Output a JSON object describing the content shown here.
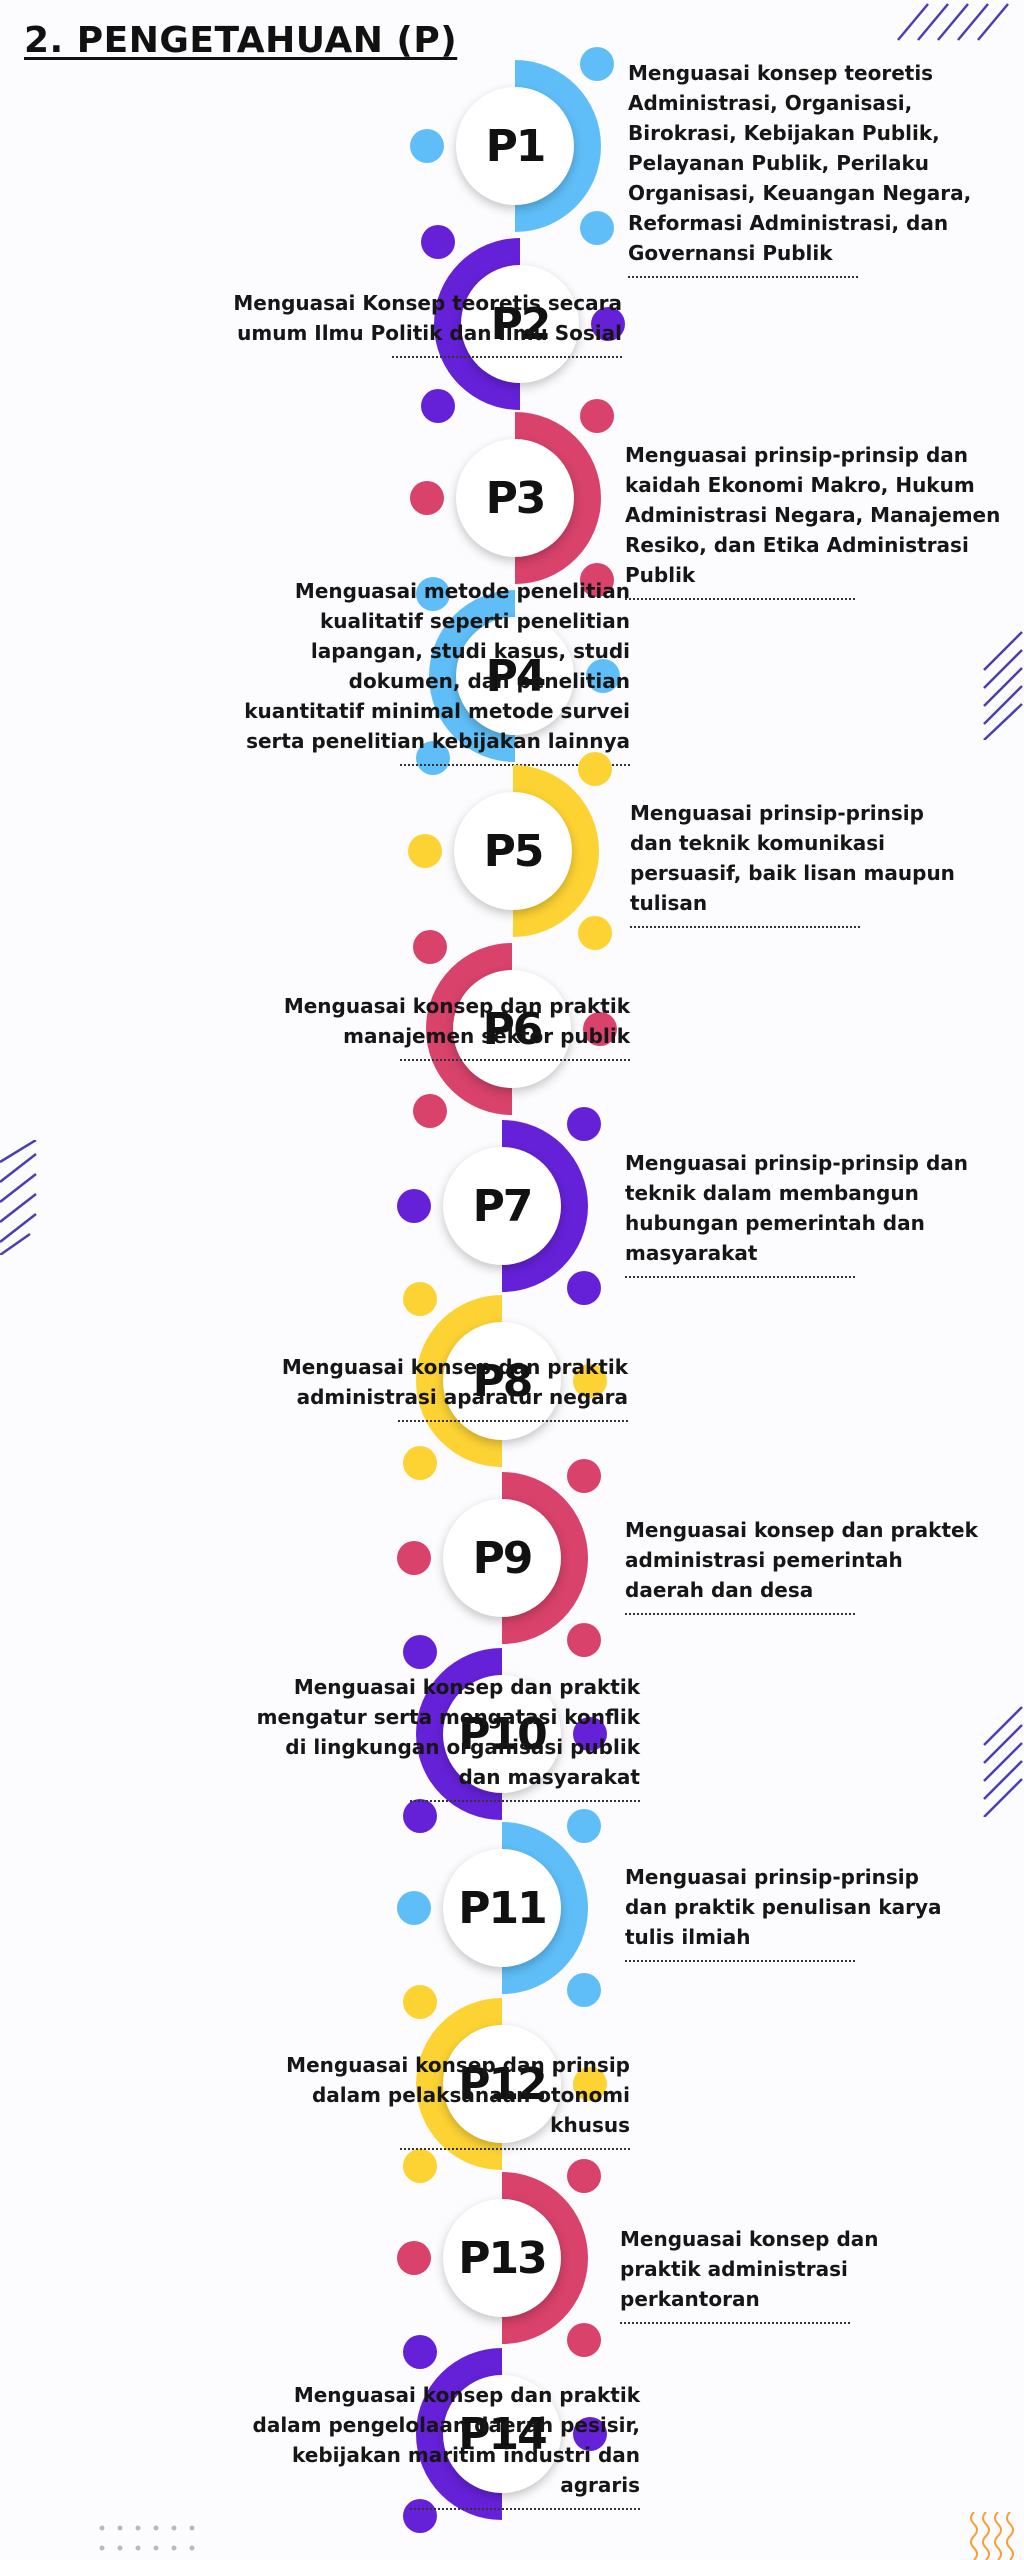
{
  "title": "2. PENGETAHUAN (P)",
  "colors": {
    "blue": "#5fbef8",
    "purple": "#6521d8",
    "pink": "#d8426b",
    "yellow": "#fdd333"
  },
  "items": [
    {
      "label": "P1",
      "color": "blue",
      "text": "Menguasai konsep teoretis Administrasi, Organisasi, Birokrasi, Kebijakan Publik, Pelayanan Publik, Perilaku Organisasi, Keuangan Negara, Reformasi Administrasi, dan Governansi Publik"
    },
    {
      "label": "P2",
      "color": "purple",
      "text": "Menguasai Konsep teoretis secara umum Ilmu Politik dan Ilmu Sosial"
    },
    {
      "label": "P3",
      "color": "pink",
      "text": "Menguasai prinsip-prinsip dan kaidah Ekonomi Makro, Hukum Administrasi Negara, Manajemen Resiko, dan Etika Administrasi Publik"
    },
    {
      "label": "P4",
      "color": "blue",
      "text": "Menguasai metode penelitian kualitatif seperti penelitian lapangan, studi kasus, studi dokumen, dan penelitian kuantitatif minimal metode survei serta penelitian kebijakan lainnya"
    },
    {
      "label": "P5",
      "color": "yellow",
      "text": "Menguasai prinsip-prinsip dan teknik komunikasi persuasif, baik lisan maupun tulisan"
    },
    {
      "label": "P6",
      "color": "pink",
      "text": "Menguasai konsep dan praktik manajemen sektor publik"
    },
    {
      "label": "P7",
      "color": "purple",
      "text": "Menguasai prinsip-prinsip dan teknik dalam membangun hubungan pemerintah dan masyarakat"
    },
    {
      "label": "P8",
      "color": "yellow",
      "text": "Menguasai konsep dan praktik administrasi aparatur negara"
    },
    {
      "label": "P9",
      "color": "pink",
      "text": "Menguasai konsep dan praktek administrasi pemerintah daerah dan desa"
    },
    {
      "label": "P10",
      "color": "purple",
      "text": "Menguasai konsep dan praktik mengatur serta mengatasi konflik di lingkungan organisasi publik dan masyarakat"
    },
    {
      "label": "P11",
      "color": "blue",
      "text": "Menguasai prinsip-prinsip dan praktik penulisan karya tulis ilmiah"
    },
    {
      "label": "P12",
      "color": "yellow",
      "text": "Menguasai konsep dan prinsip dalam pelaksanaan otonomi khusus"
    },
    {
      "label": "P13",
      "color": "pink",
      "text": "Menguasai konsep dan praktik administrasi perkantoran"
    },
    {
      "label": "P14",
      "color": "purple",
      "text": "Menguasai konsep dan praktik dalam pengelolaan daerah pesisir, kebijakan maritim industri dan agraris"
    }
  ]
}
